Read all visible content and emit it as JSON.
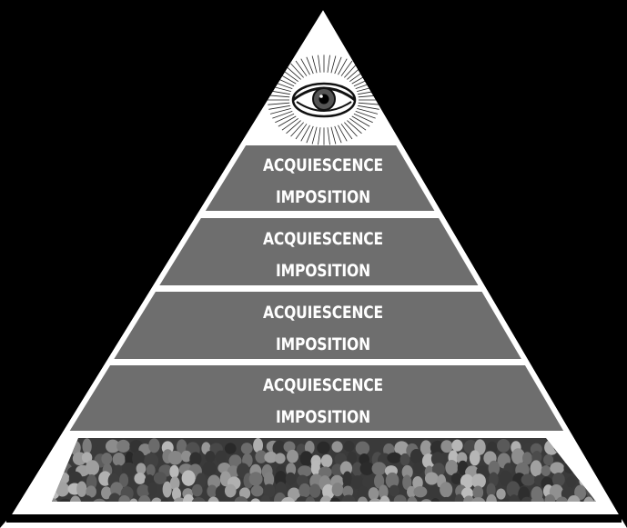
{
  "diagram": {
    "type": "pyramid",
    "apex_symbol": "eye-of-providence-icon",
    "base_image": "crowd-of-people",
    "tiers": [
      {
        "upper": "ACQUIESCENCE",
        "lower": "IMPOSITION"
      },
      {
        "upper": "ACQUIESCENCE",
        "lower": "IMPOSITION"
      },
      {
        "upper": "ACQUIESCENCE",
        "lower": "IMPOSITION"
      },
      {
        "upper": "ACQUIESCENCE",
        "lower": "IMPOSITION"
      }
    ],
    "colors": {
      "background": "#000000",
      "frame": "#ffffff",
      "tier_fill": "#6e6e6e",
      "text": "#ffffff"
    }
  }
}
